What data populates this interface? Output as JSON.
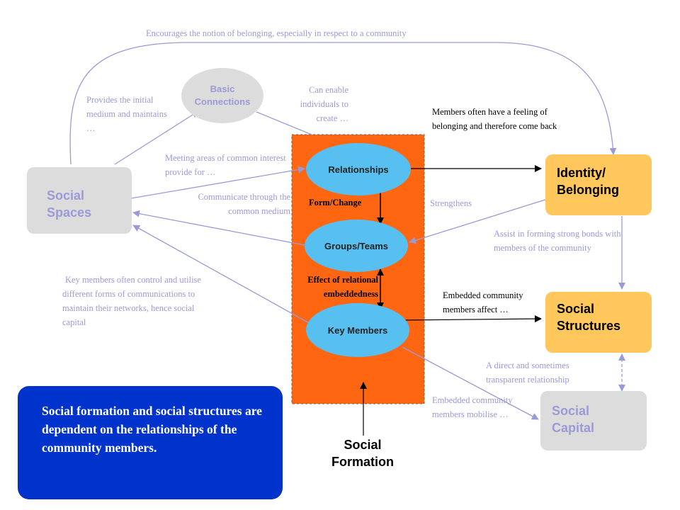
{
  "nodes": {
    "social_spaces": "Social Spaces",
    "basic_connections": "Basic Connections",
    "identity_belonging": "Identity/ Belonging",
    "social_structures": "Social Structures",
    "social_capital": "Social Capital",
    "relationships": "Relationships",
    "groups_teams": "Groups/Teams",
    "key_members": "Key Members",
    "social_formation": "Social Formation"
  },
  "labels": {
    "top_arc": "Encourages the notion of belonging, especially in respect to a community",
    "provides": "Provides the initial medium and maintains …",
    "can_enable": "Can enable individuals to create …",
    "meeting_areas": "Meeting areas of common interest provide for …",
    "communicate": "Communicate through the common medium",
    "key_members_control": "Key members often control and utilise different forms of communications to maintain their networks, hence social capital",
    "members_feeling": "Members often have a feeling of belonging and therefore come back",
    "strengthens": "Strengthens",
    "assist": "Assist in forming strong bonds with members of the community",
    "embedded_affect": "Embedded community members affect …",
    "direct_relationship": "A direct and sometimes transparent relationship",
    "embedded_mobilise": "Embedded community members mobilise …",
    "form_change": "Form/Change",
    "effect_relational": "Effect of relational embeddedness"
  },
  "summary": "Social formation and social structures are dependent on the relationships of the community members.",
  "colors": {
    "formation_panel": "#ff6611",
    "ellipse": "#58c0f0",
    "gray_box": "#dcdcdc",
    "orange_box": "#ffc75c",
    "summary_box": "#0033cc",
    "light_text": "#9a9ad8"
  }
}
